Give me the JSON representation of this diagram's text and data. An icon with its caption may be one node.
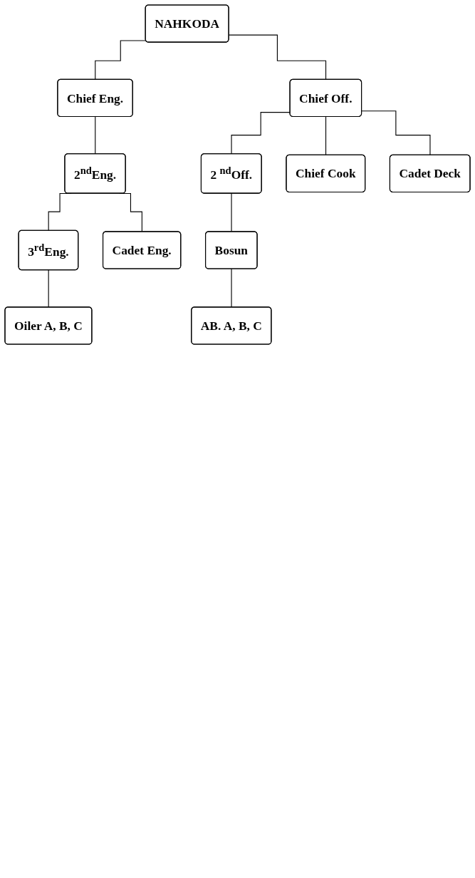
{
  "diagram": {
    "nodes": [
      {
        "text": [
          "NAHKODA"
        ]
      },
      {
        "text": [
          "Chief Eng."
        ]
      },
      {
        "text": [
          "Chief Off."
        ]
      },
      {
        "text": [
          "2$^{nd}$Eng."
        ]
      },
      {
        "text": [
          "2 $^{nd}$Off."
        ]
      },
      {
        "text": [
          "3$^{rd}$Eng."
        ]
      },
      {
        "text": [
          "Bosun"
        ]
      },
      {
        "text": [
          "Oiler  A, B, C"
        ]
      },
      {
        "text": [
          "AB.  A, B, C"
        ]
      },
      {
        "text": [
          "Chief Cook"
        ]
      },
      {
        "text": [
          "Cadet  Eng."
        ]
      },
      {
        "text": [
          "Cadet Deck"
        ]
      }
    ],
    "edges": [
      {
        "from": 0,
        "to": 1,
        "arrow": "none"
      },
      {
        "from": 0,
        "to": 2,
        "arrow": "none"
      },
      {
        "from": 1,
        "to": 3,
        "arrow": "none"
      },
      {
        "from": 2,
        "to": 4,
        "arrow": "none"
      },
      {
        "from": 3,
        "to": 5,
        "arrow": "none"
      },
      {
        "from": 4,
        "to": 6,
        "arrow": "none"
      },
      {
        "from": 5,
        "to": 7,
        "arrow": "none"
      },
      {
        "from": 6,
        "to": 8,
        "arrow": "none"
      },
      {
        "from": 3,
        "to": 10,
        "arrow": "none"
      },
      {
        "from": 2,
        "to": 9,
        "arrow": "none"
      },
      {
        "from": 2,
        "to": 11,
        "arrow": "none"
      }
    ]
  }
}
